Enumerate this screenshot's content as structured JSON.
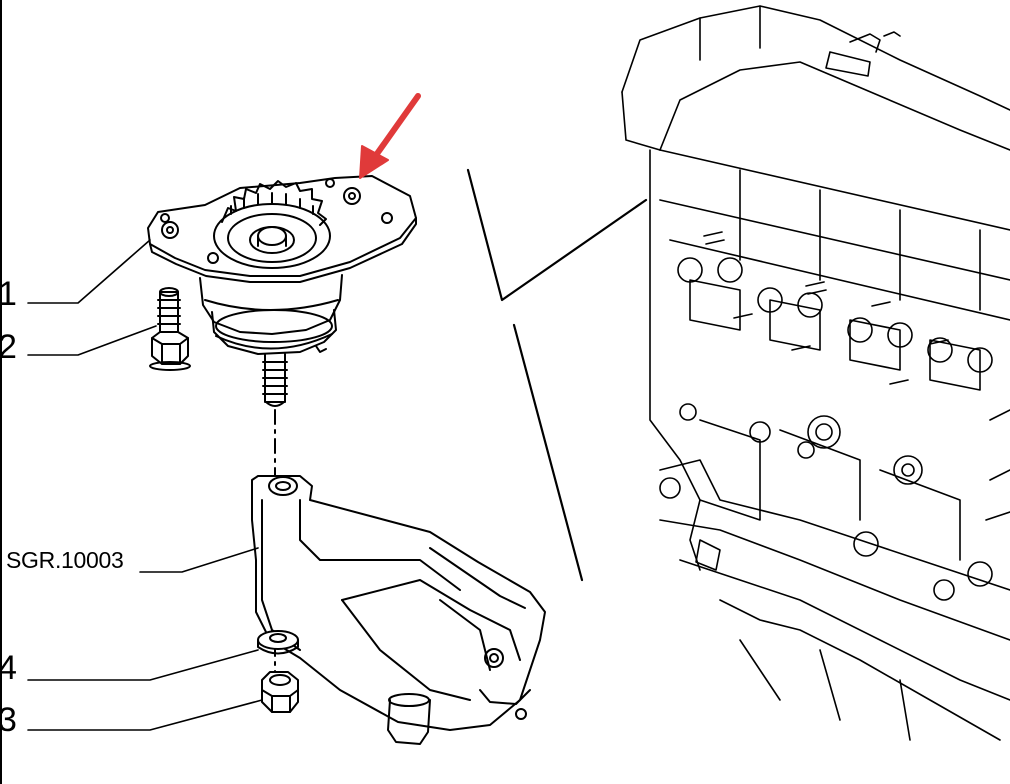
{
  "callouts": {
    "part_1": "1",
    "part_2": "2",
    "part_3": "3",
    "part_4": "4",
    "subgroup_ref": "SGR.10003"
  },
  "colors": {
    "line": "#000000",
    "highlight_arrow": "#e03a3a",
    "background": "#ffffff"
  }
}
